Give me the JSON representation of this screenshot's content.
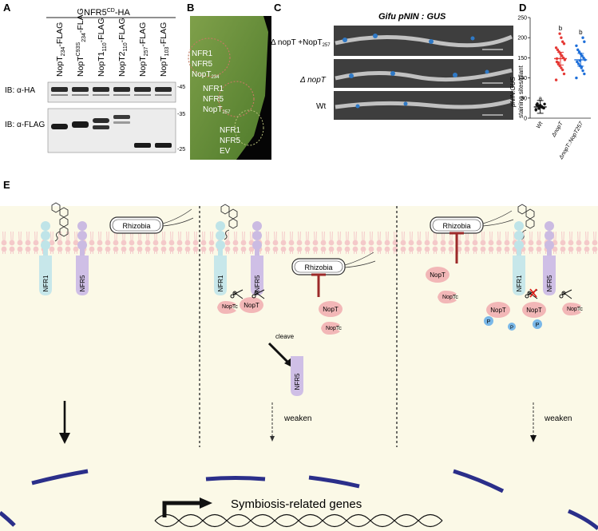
{
  "panels": {
    "A": {
      "letter": "A",
      "header": "NFR5CD-HA",
      "header_main": "NFR5",
      "header_sup": "CD",
      "header_rest": "-HA",
      "lanes": [
        {
          "base": "NopT",
          "sub": "234",
          "sup": "",
          "tail": "-FLAG"
        },
        {
          "base": "NopT",
          "sub": "234",
          "sup": "C93S",
          "tail": "-FLAG"
        },
        {
          "base": "NopT1",
          "sub": "110",
          "sup": "",
          "tail": "-FLAG"
        },
        {
          "base": "NopT2",
          "sub": "110",
          "sup": "",
          "tail": "-FLAG"
        },
        {
          "base": "NopT",
          "sub": "257",
          "sup": "",
          "tail": "-FLAG"
        },
        {
          "base": "NopT",
          "sub": "103",
          "sup": "",
          "tail": "-FLAG"
        }
      ],
      "blot_labels": [
        "IB: α-HA",
        "IB: α-FLAG"
      ],
      "markers": [
        "-45",
        "-35",
        "-25"
      ]
    },
    "B": {
      "letter": "B",
      "spots": [
        [
          "NFR1",
          "NFR5",
          "NopT234"
        ],
        [
          "NFR1",
          "NFR5",
          "NopT257"
        ],
        [
          "NFR1",
          "NFR5",
          "EV"
        ]
      ],
      "spot_main": [
        "NopT",
        "NopT"
      ],
      "spot_sub": [
        "234",
        "257"
      ]
    },
    "C": {
      "letter": "C",
      "title": "Gifu pNIN : GUS",
      "rows": [
        "Δ nopT +NopT257",
        "Δ nopT",
        "Wt"
      ],
      "row1_main": "Δ nopT +NopT",
      "row1_sub": "257",
      "row2": "Δ nopT",
      "row3": "Wt"
    },
    "D": {
      "letter": "D",
      "ylabel_line1": "pNIN:GUS",
      "ylabel_line2": "staining sites/plant",
      "yticks": [
        "0",
        "50",
        "100",
        "150",
        "200",
        "250"
      ],
      "significance": [
        "a",
        "b",
        "b"
      ],
      "categories": [
        "Wt",
        "ΔnopT",
        "ΔnopT::NopT257"
      ]
    },
    "E": {
      "letter": "E",
      "rhizobia": "Rhizobia",
      "nfr1": "NFR1",
      "nfr5": "NFR5",
      "nopt": "NopT",
      "noptc": "NopTc",
      "cleave": "cleave",
      "weaken": "weaken",
      "phos": "P",
      "genes": "Symbiosis-related genes"
    }
  },
  "chart_data": {
    "type": "scatter",
    "categories": [
      "Wt",
      "ΔnopT",
      "ΔnopT::NopT257"
    ],
    "ylabel": "pNIN:GUS staining sites/plant",
    "ylim": [
      0,
      250
    ],
    "series": [
      {
        "values": [
          22,
          25,
          27,
          28,
          30,
          31,
          33,
          35,
          26,
          29,
          32,
          24,
          36,
          20
        ]
      },
      {
        "values": [
          95,
          110,
          120,
          125,
          130,
          135,
          140,
          145,
          150,
          155,
          160,
          165,
          170,
          175,
          185,
          190,
          200,
          210,
          138,
          148
        ]
      },
      {
        "values": [
          100,
          110,
          118,
          125,
          130,
          135,
          140,
          145,
          150,
          155,
          160,
          165,
          170,
          180,
          190,
          200,
          128,
          143
        ]
      }
    ],
    "means": [
      28,
      148,
      145
    ],
    "series_colors": [
      "#111111",
      "#e53935",
      "#1e6fd9"
    ],
    "grid": false
  }
}
